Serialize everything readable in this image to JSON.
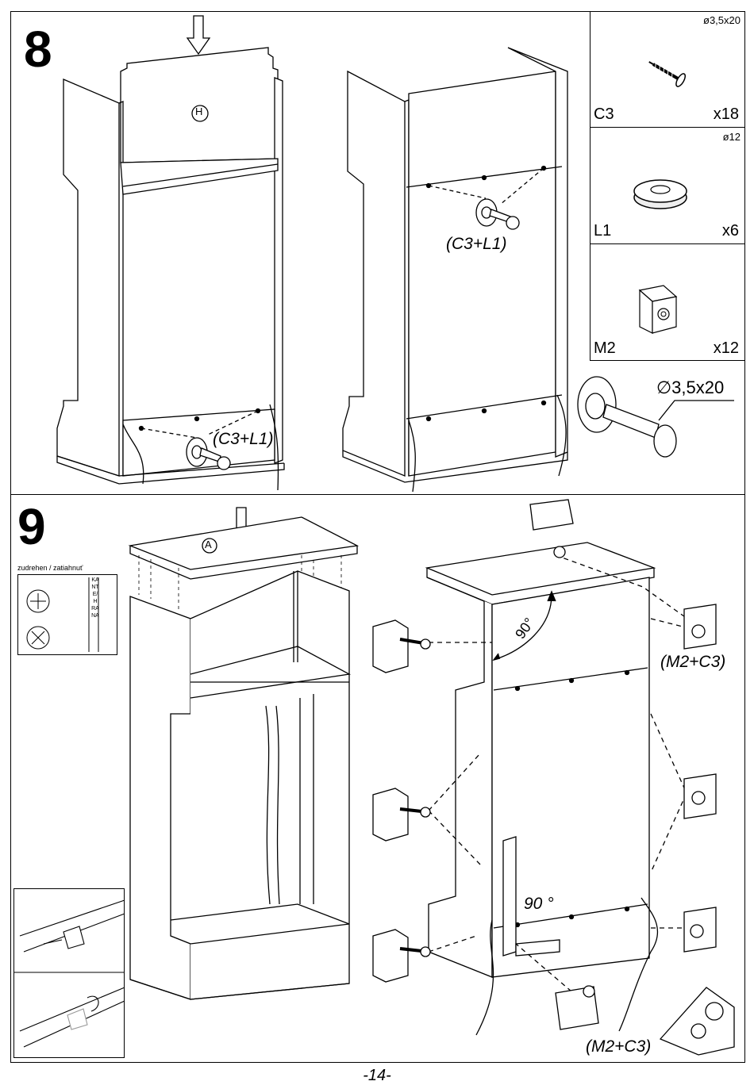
{
  "steps": {
    "step8": "8",
    "step9": "9"
  },
  "parts": [
    {
      "spec": "ø3,5x20",
      "code": "C3",
      "qty": "x18"
    },
    {
      "spec": "ø12",
      "code": "L1",
      "qty": "x6"
    },
    {
      "spec": "",
      "code": "M2",
      "qty": "x12"
    }
  ],
  "labels": {
    "panel_h": "H",
    "panel_a": "A",
    "c3l1_left": "(C3+L1)",
    "c3l1_mid": "(C3+L1)",
    "screw_dim": "∅3,5x20",
    "m2c3_right": "(M2+C3)",
    "m2c3_bottom": "(M2+C3)",
    "angle_top": "90°",
    "angle_bottom": "90 °"
  },
  "mini_box": {
    "caption": "zudrehen / zatiahnuť",
    "side_text": "KANTE/HRANA"
  },
  "page_number": "-14-"
}
